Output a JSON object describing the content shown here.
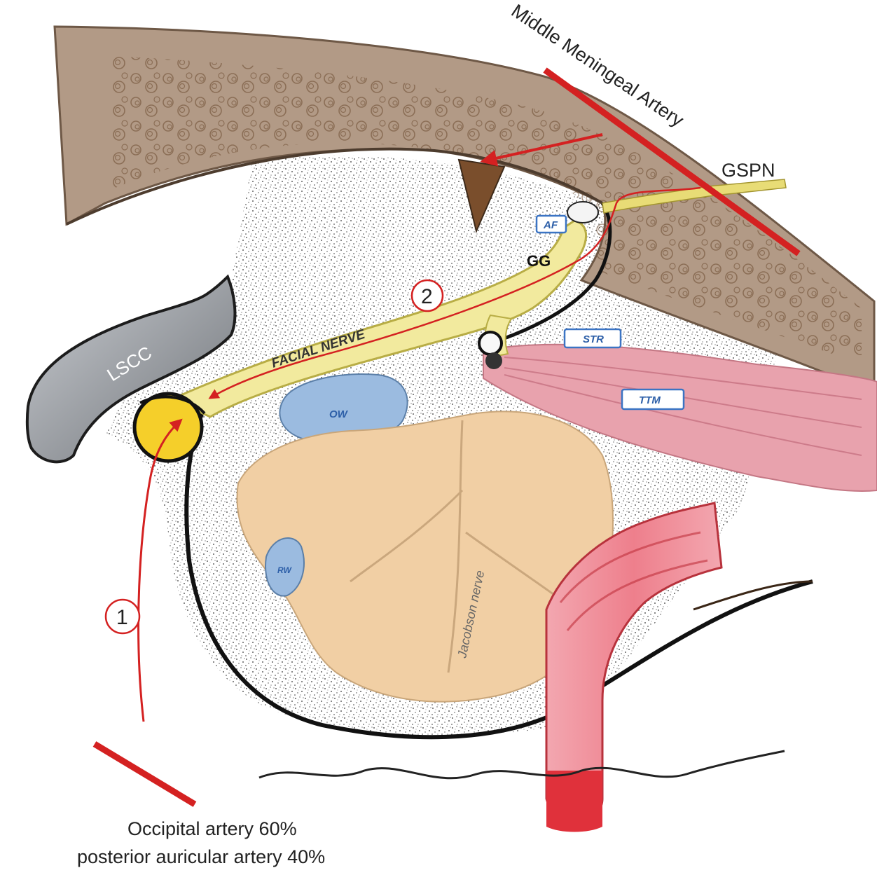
{
  "labels": {
    "middle_meningeal_artery": "Middle Meningeal Artery",
    "gspn": "GSPN",
    "lscc": "LSCC",
    "facial_nerve": "FACIAL NERVE",
    "gg": "GG",
    "af": "AF",
    "str": "STR",
    "ttm": "TTM",
    "ow": "OW",
    "rw": "RW",
    "jacobson_nerve": "Jacobson nerve",
    "marker_1": "1",
    "marker_2": "2",
    "caption_line1": "Occipital artery 60%",
    "caption_line2": "posterior auricular artery 40%"
  },
  "colors": {
    "bone": "#b29a86",
    "bone_dark": "#8a6f58",
    "facial_nerve": "#f2ea9e",
    "nerve_core": "#f5cf2a",
    "lscc": "#9a9ea4",
    "window": "#9bbbe0",
    "promontory": "#f1cfa4",
    "muscle": "#e8a2ad",
    "artery": "#d42121",
    "carotid": "#ef8c98"
  }
}
